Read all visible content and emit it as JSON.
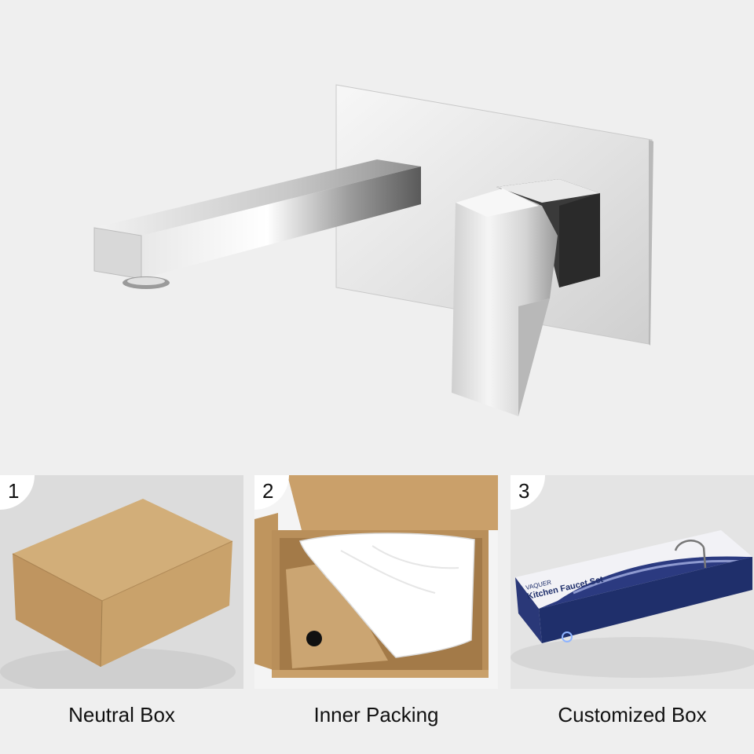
{
  "panels": [
    {
      "number": "1",
      "caption": "Neutral Box"
    },
    {
      "number": "2",
      "caption": "Inner Packing"
    },
    {
      "number": "3",
      "caption": "Customized Box"
    }
  ],
  "box_print": {
    "brand": "VAQUER",
    "title": "Kitchen Faucet Set"
  },
  "colors": {
    "background": "#efefef",
    "chrome": "#d9d9d9",
    "cardboard": "#c9a26b",
    "box_navy": "#1f2f6b"
  }
}
